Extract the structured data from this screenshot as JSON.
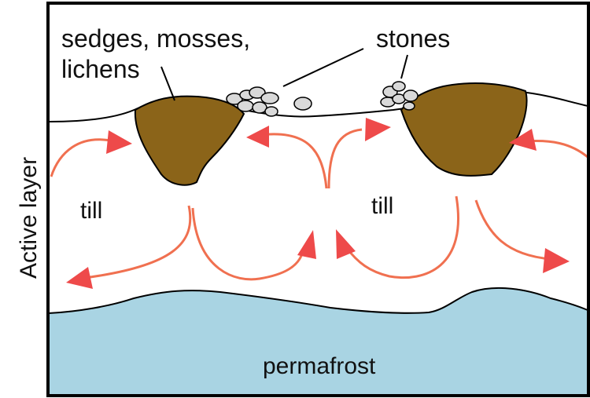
{
  "labels": {
    "vegetation": [
      "sedges, mosses,",
      "lichens"
    ],
    "stones": "stones",
    "till_left": "till",
    "till_right": "till",
    "permafrost": "permafrost",
    "active_layer": "Active layer"
  },
  "colors": {
    "frame": "#000000",
    "soil": "#ffffff",
    "vegetation_fill": "#8b6419",
    "permafrost_fill": "#a9d4e3",
    "stone_fill": "#d9d9d9",
    "arrow": "#f07050",
    "arrowhead": "#ee4a4a"
  }
}
